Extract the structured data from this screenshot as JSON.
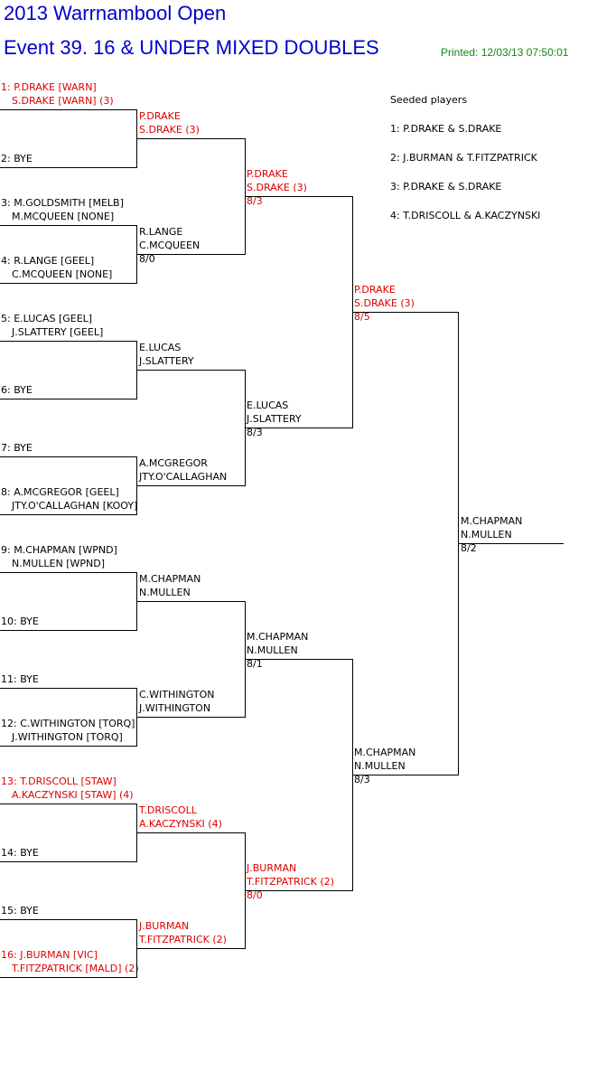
{
  "header": {
    "title": "2013 Warrnambool Open",
    "event": "Event 39. 16 & UNDER MIXED DOUBLES",
    "printed": "Printed: 12/03/13 07:50:01"
  },
  "seeded": {
    "heading": "Seeded players",
    "list": [
      "1: P.DRAKE & S.DRAKE",
      "2: J.BURMAN & T.FITZPATRICK",
      "3: P.DRAKE & S.DRAKE",
      "4: T.DRISCOLL & A.KACZYNSKI"
    ]
  },
  "draw": [
    {
      "l1": "1: P.DRAKE [WARN]",
      "l2": "S.DRAKE [WARN] (3)",
      "seeded": true
    },
    {
      "l1": "",
      "l2": "2: BYE",
      "seeded": false
    },
    {
      "l1": "3: M.GOLDSMITH [MELB]",
      "l2": "M.MCQUEEN [NONE]",
      "seeded": false
    },
    {
      "l1": "4: R.LANGE [GEEL]",
      "l2": "C.MCQUEEN [NONE]",
      "seeded": false
    },
    {
      "l1": "5: E.LUCAS [GEEL]",
      "l2": "J.SLATTERY [GEEL]",
      "seeded": false
    },
    {
      "l1": "",
      "l2": "6: BYE",
      "seeded": false
    },
    {
      "l1": "",
      "l2": "7: BYE",
      "seeded": false
    },
    {
      "l1": "8: A.MCGREGOR [GEEL]",
      "l2": "JTY.O'CALLAGHAN [KOOY]",
      "seeded": false
    },
    {
      "l1": "9: M.CHAPMAN [WPND]",
      "l2": "N.MULLEN [WPND]",
      "seeded": false
    },
    {
      "l1": "",
      "l2": "10: BYE",
      "seeded": false
    },
    {
      "l1": "",
      "l2": "11: BYE",
      "seeded": false
    },
    {
      "l1": "12: C.WITHINGTON [TORQ]",
      "l2": "J.WITHINGTON [TORQ]",
      "seeded": false
    },
    {
      "l1": "13: T.DRISCOLL [STAW]",
      "l2": "A.KACZYNSKI [STAW] (4)",
      "seeded": true
    },
    {
      "l1": "",
      "l2": "14: BYE",
      "seeded": false
    },
    {
      "l1": "",
      "l2": "15: BYE",
      "seeded": false
    },
    {
      "l1": "16: J.BURMAN [VIC]",
      "l2": "T.FITZPATRICK [MALD] (2)",
      "seeded": true
    }
  ],
  "rounds": [
    [
      {
        "p1": "P.DRAKE",
        "p2": "S.DRAKE (3)",
        "score": "",
        "seeded": true
      },
      {
        "p1": "R.LANGE",
        "p2": "C.MCQUEEN",
        "score": "8/0",
        "seeded": false
      },
      {
        "p1": "E.LUCAS",
        "p2": "J.SLATTERY",
        "score": "",
        "seeded": false
      },
      {
        "p1": "A.MCGREGOR",
        "p2": "JTY.O'CALLAGHAN",
        "score": "",
        "seeded": false
      },
      {
        "p1": "M.CHAPMAN",
        "p2": "N.MULLEN",
        "score": "",
        "seeded": false
      },
      {
        "p1": "C.WITHINGTON",
        "p2": "J.WITHINGTON",
        "score": "",
        "seeded": false
      },
      {
        "p1": "T.DRISCOLL",
        "p2": "A.KACZYNSKI (4)",
        "score": "",
        "seeded": true
      },
      {
        "p1": "J.BURMAN",
        "p2": "T.FITZPATRICK (2)",
        "score": "",
        "seeded": true
      }
    ],
    [
      {
        "p1": "P.DRAKE",
        "p2": "S.DRAKE (3)",
        "score": "8/3",
        "seeded": true
      },
      {
        "p1": "E.LUCAS",
        "p2": "J.SLATTERY",
        "score": "8/3",
        "seeded": false
      },
      {
        "p1": "M.CHAPMAN",
        "p2": "N.MULLEN",
        "score": "8/1",
        "seeded": false
      },
      {
        "p1": "J.BURMAN",
        "p2": "T.FITZPATRICK (2)",
        "score": "8/0",
        "seeded": true
      }
    ],
    [
      {
        "p1": "P.DRAKE",
        "p2": "S.DRAKE (3)",
        "score": "8/5",
        "seeded": true
      },
      {
        "p1": "M.CHAPMAN",
        "p2": "N.MULLEN",
        "score": "8/3",
        "seeded": false
      }
    ],
    [
      {
        "p1": "M.CHAPMAN",
        "p2": "N.MULLEN",
        "score": "8/2",
        "seeded": false
      }
    ]
  ]
}
